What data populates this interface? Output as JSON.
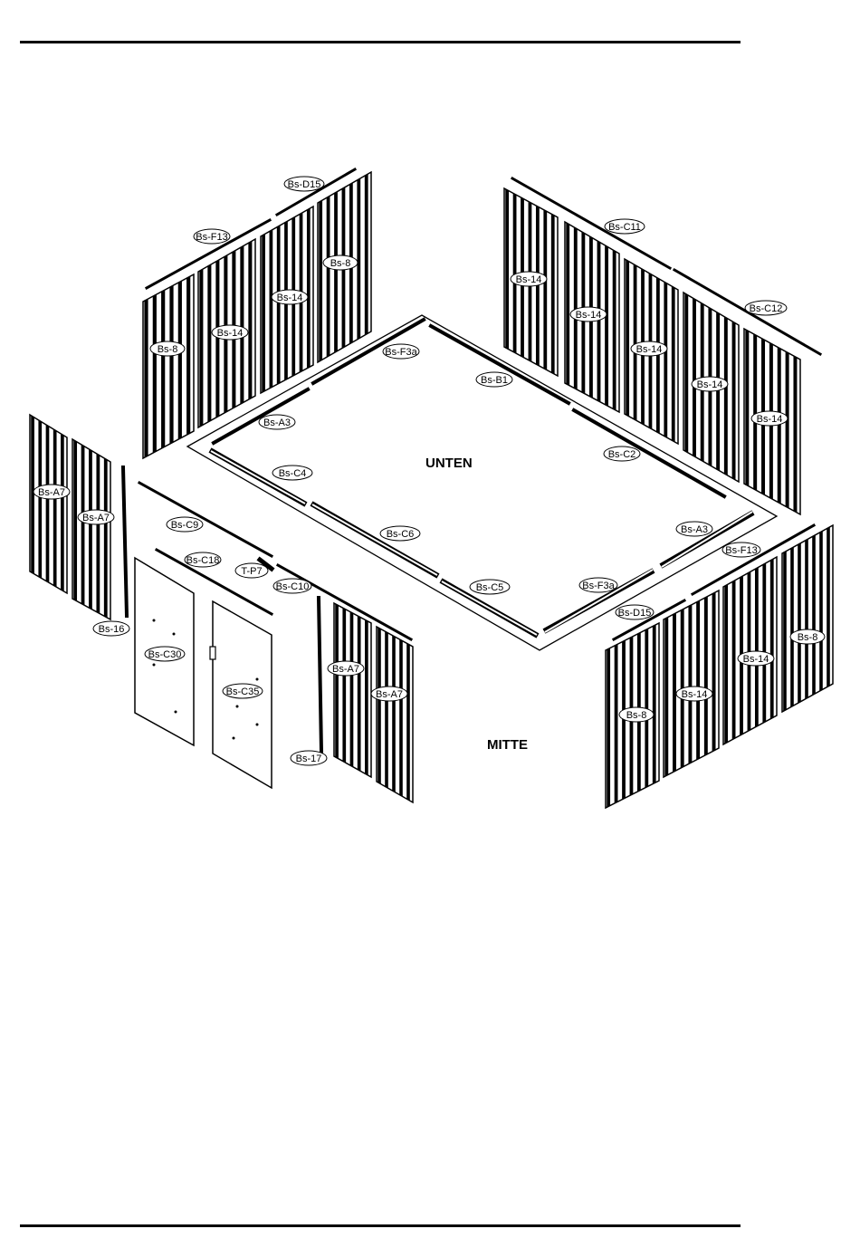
{
  "area_labels": {
    "unten": "UNTEN",
    "mitte": "MITTE"
  },
  "parts": {
    "p01": "Bs-D15",
    "p02": "Bs-F13",
    "p03": "Bs-8",
    "p04": "Bs-14",
    "p05": "Bs-14",
    "p06": "Bs-8",
    "p07": "Bs-C11",
    "p08": "Bs-C12",
    "p09": "Bs-14",
    "p10": "Bs-14",
    "p11": "Bs-14",
    "p12": "Bs-14",
    "p13": "Bs-14",
    "p14": "Bs-F3a",
    "p15": "Bs-B1",
    "p16": "Bs-A3",
    "p17": "Bs-C2",
    "p18": "Bs-C4",
    "p19": "Bs-C6",
    "p20": "Bs-A3",
    "p21": "Bs-F13",
    "p22": "Bs-C5",
    "p23": "Bs-F3a",
    "p24": "Bs-D15",
    "p25": "Bs-A7",
    "p26": "Bs-A7",
    "p27": "Bs-C9",
    "p28": "Bs-C18",
    "p29": "T-P7",
    "p30": "Bs-C10",
    "p31": "Bs-16",
    "p32": "Bs-C30",
    "p33": "Bs-C35",
    "p34": "Bs-A7",
    "p35": "Bs-A7",
    "p36": "Bs-17",
    "p37": "Bs-8",
    "p38": "Bs-14",
    "p39": "Bs-14",
    "p40": "Bs-8"
  }
}
